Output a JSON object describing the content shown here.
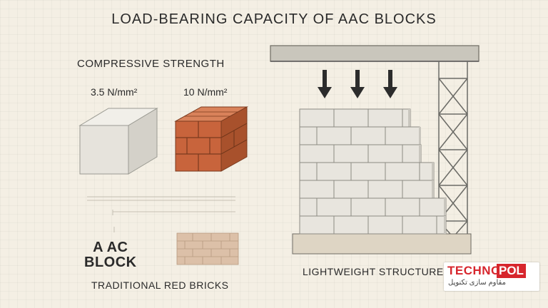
{
  "title": "LOAD-BEARING CAPACITY OF AAC BLOCKS",
  "compressive_strength": {
    "heading": "COMPRESSIVE STRENGTH",
    "aac_value": "3.5 N/mm²",
    "brick_value": "10 N/mm²"
  },
  "labels": {
    "aac_block_line1": "A AC",
    "aac_block_line2": "BLOCK",
    "traditional": "TRADITIONAL RED BRICKS",
    "lightweight": "LIGHTWEIGHT STRUCTURE"
  },
  "logo": {
    "part1": "TECHNO",
    "part2": "POL",
    "subtitle": "مقاوم سازی تکنوپل"
  },
  "icons": [
    "down-arrow-icon",
    "down-arrow-icon",
    "down-arrow-icon"
  ],
  "colors": {
    "brick": "#c8643c",
    "brick_dark": "#a04a28",
    "aac": "#e6e3dc",
    "logo_red": "#d7262d",
    "background": "#f4efe4"
  }
}
